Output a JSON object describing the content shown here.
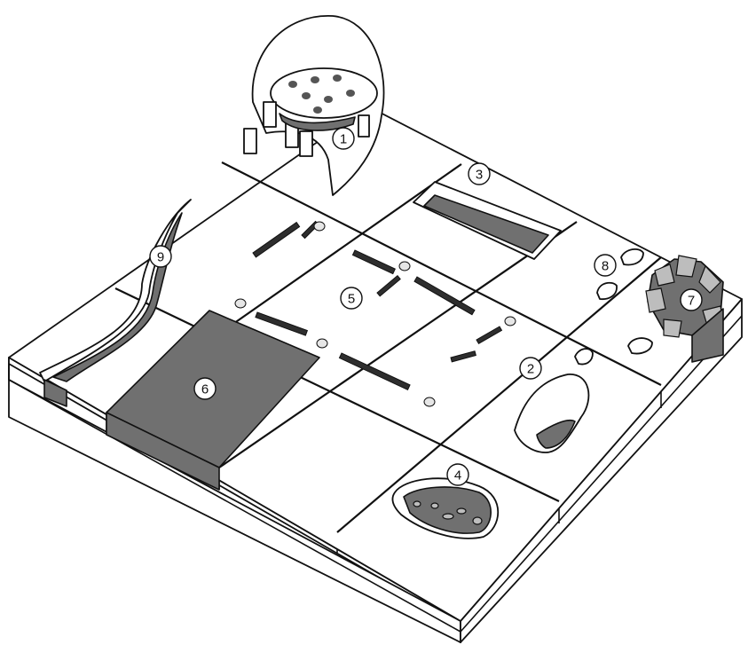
{
  "diagram": {
    "labels": [
      {
        "id": "feature-1",
        "text": "1"
      },
      {
        "id": "feature-2",
        "text": "2"
      },
      {
        "id": "feature-3",
        "text": "3"
      },
      {
        "id": "feature-4",
        "text": "4"
      },
      {
        "id": "feature-5",
        "text": "5"
      },
      {
        "id": "feature-6",
        "text": "6"
      },
      {
        "id": "feature-7",
        "text": "7"
      },
      {
        "id": "feature-8",
        "text": "8"
      },
      {
        "id": "feature-9",
        "text": "9"
      }
    ],
    "colors": {
      "fill_dark": "#707070",
      "fill_light": "#bdbdbd",
      "outline": "#111111",
      "background": "#ffffff"
    }
  }
}
